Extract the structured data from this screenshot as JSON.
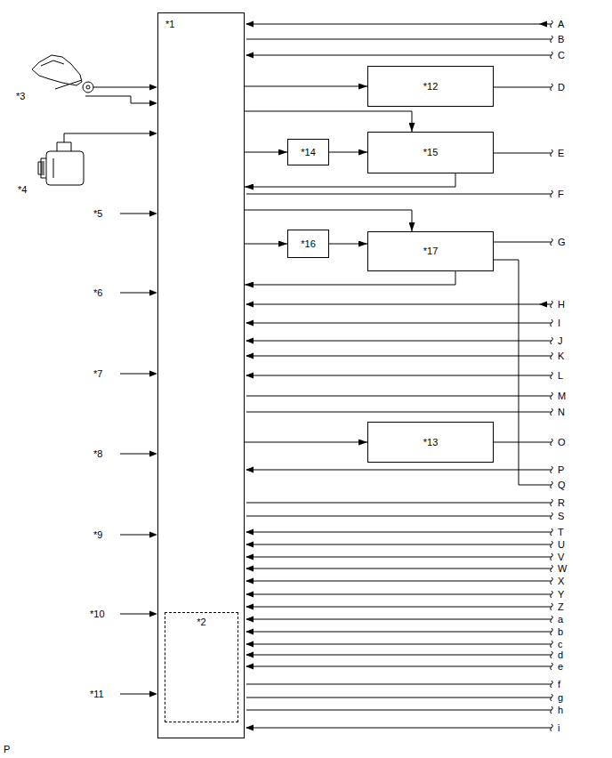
{
  "diagram": {
    "nodes": [
      {
        "text": [
          "*1"
        ]
      },
      {
        "text": [
          "*2"
        ],
        "in": 0
      },
      {
        "text": [
          "*12"
        ]
      },
      {
        "text": [
          "*14"
        ]
      },
      {
        "text": [
          "*15"
        ]
      },
      {
        "text": [
          "*16"
        ]
      },
      {
        "text": [
          "*17"
        ]
      },
      {
        "text": [
          "*13"
        ]
      }
    ],
    "edges": [
      {
        "from": 0,
        "to": 2,
        "arrow": "to"
      },
      {
        "from": 0,
        "to": 4,
        "arrow": "to"
      },
      {
        "from": 0,
        "to": 3,
        "arrow": "to"
      },
      {
        "from": 3,
        "to": 4,
        "arrow": "to"
      },
      {
        "from": 4,
        "to": 0,
        "arrow": "to"
      },
      {
        "from": 0,
        "to": 6,
        "arrow": "to"
      },
      {
        "from": 0,
        "to": 5,
        "arrow": "to"
      },
      {
        "from": 5,
        "to": 6,
        "arrow": "to"
      },
      {
        "from": 6,
        "to": 0,
        "arrow": "to"
      },
      {
        "from": 0,
        "to": 7,
        "arrow": "to"
      }
    ],
    "labels": [
      "*3",
      "*4",
      "*5",
      "*6",
      "*7",
      "*8",
      "*9",
      "*10",
      "*11",
      "A",
      "B",
      "C",
      "D",
      "E",
      "F",
      "G",
      "H",
      "I",
      "J",
      "K",
      "L",
      "M",
      "N",
      "O",
      "P",
      "Q",
      "R",
      "S",
      "T",
      "U",
      "V",
      "W",
      "X",
      "Y",
      "Z",
      "a",
      "b",
      "c",
      "d",
      "e",
      "f",
      "g",
      "h",
      "i",
      "P"
    ]
  }
}
